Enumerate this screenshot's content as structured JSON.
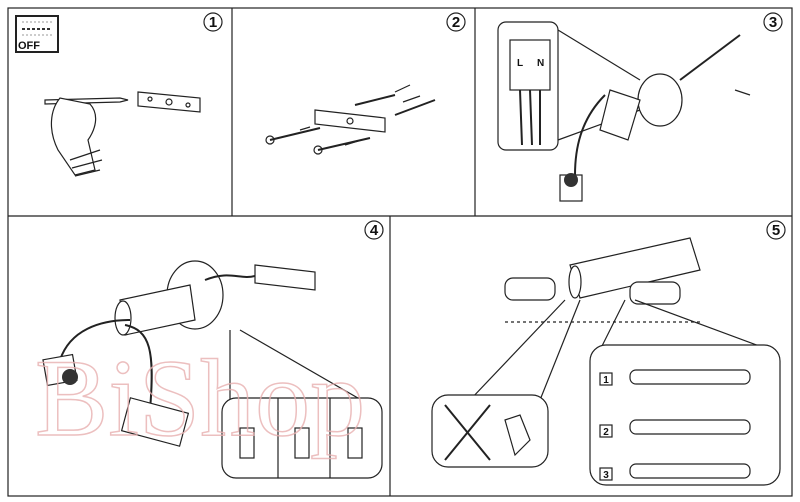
{
  "steps": [
    {
      "number": "1"
    },
    {
      "number": "2"
    },
    {
      "number": "3"
    },
    {
      "number": "4"
    },
    {
      "number": "5"
    }
  ],
  "step1": {
    "switch_label": "OFF"
  },
  "step3": {
    "terminal_labels": [
      "L",
      "N"
    ]
  },
  "step5": {
    "sub_steps": [
      "1",
      "2",
      "3"
    ]
  },
  "watermark": "BiShop"
}
